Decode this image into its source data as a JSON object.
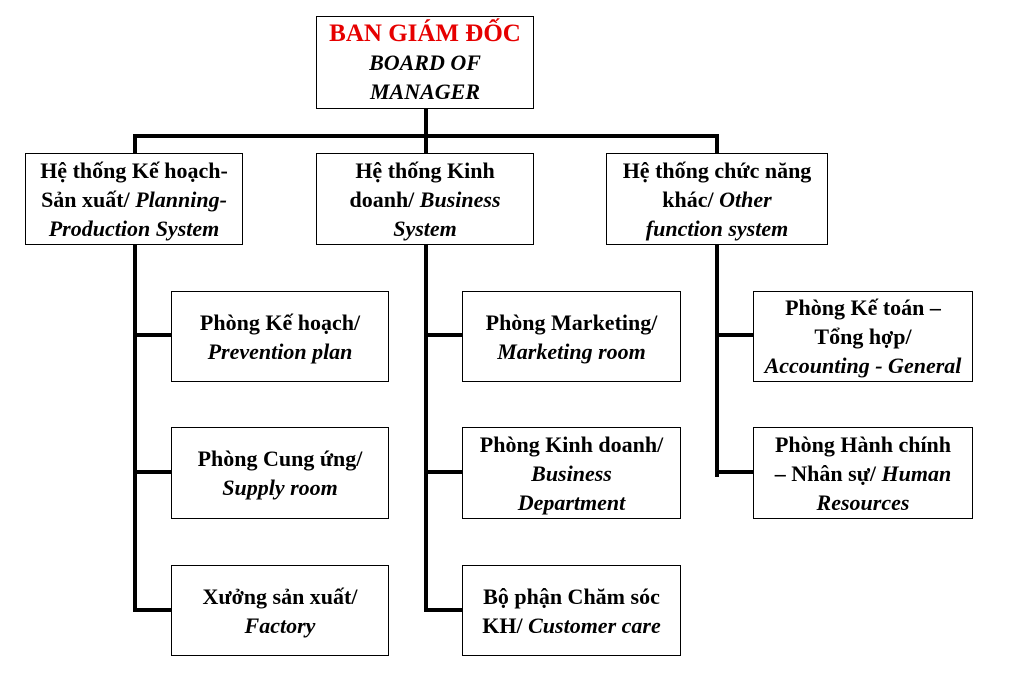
{
  "board": {
    "title_vi": "BAN GIÁM ĐỐC",
    "line1": "BOARD OF",
    "line2": "MANAGER"
  },
  "systems": [
    {
      "line1": "Hệ thống Kế hoạch-",
      "line2_normal": "Sản xuất/ ",
      "line2_italic": "Planning-",
      "line3_italic": "Production System",
      "departments": [
        {
          "line1_normal": "Phòng Kế hoạch/",
          "line2_italic": "Prevention plan"
        },
        {
          "line1_normal": "Phòng Cung ứng/",
          "line2_italic": "Supply room"
        },
        {
          "line1_normal": "Xưởng sản xuất/",
          "line2_italic": "Factory"
        }
      ]
    },
    {
      "line1": "Hệ thống Kinh",
      "line2_normal": "doanh/ ",
      "line2_italic": "Business",
      "line3_italic": "System",
      "departments": [
        {
          "line1_normal": "Phòng Marketing/",
          "line2_italic": "Marketing room"
        },
        {
          "line1_normal": "Phòng Kinh doanh/",
          "line2_italic": "Business",
          "line3_italic": "Department"
        },
        {
          "line1_normal": "Bộ phận Chăm sóc",
          "line2_normal": "KH/ ",
          "line2_italic": "Customer care"
        }
      ]
    },
    {
      "line1": "Hệ thống chức năng",
      "line2_normal": "khác/ ",
      "line2_italic": "Other",
      "line3_italic": "function system",
      "departments": [
        {
          "line1_normal": "Phòng Kế toán –",
          "line2_normal": "Tổng hợp/",
          "line3_italic": "Accounting - General"
        },
        {
          "line1_normal": "Phòng Hành chính",
          "line2_normal": "– Nhân sự/ ",
          "line2_italic": "Human",
          "line3_italic": "Resources"
        }
      ]
    }
  ]
}
